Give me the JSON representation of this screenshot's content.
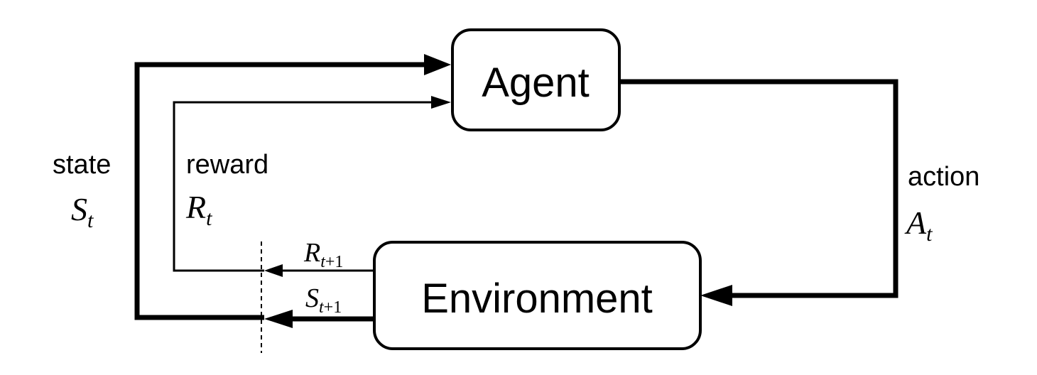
{
  "nodes": {
    "agent": {
      "label": "Agent"
    },
    "environment": {
      "label": "Environment"
    }
  },
  "signals": {
    "state": {
      "word": "state",
      "symbol": "S",
      "subscript": "t"
    },
    "reward": {
      "word": "reward",
      "symbol": "R",
      "subscript": "t"
    },
    "action": {
      "word": "action",
      "symbol": "A",
      "subscript": "t"
    },
    "next_reward": {
      "symbol": "R",
      "subscript_var": "t",
      "subscript_rest": "+1"
    },
    "next_state": {
      "symbol": "S",
      "subscript_var": "t",
      "subscript_rest": "+1"
    }
  }
}
